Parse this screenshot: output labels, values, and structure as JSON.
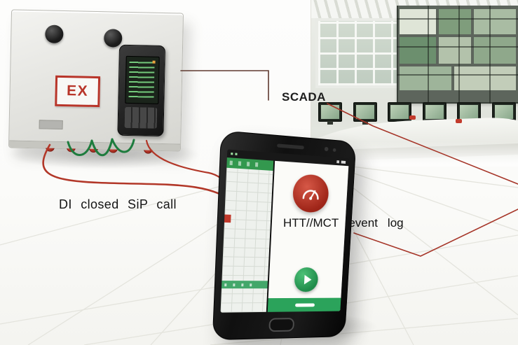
{
  "labels": {
    "scada": "SCADA",
    "di_event": "DI closed SiP call",
    "phone_event_parts": [
      "HTT//MCT",
      "event",
      "log"
    ]
  },
  "panel": {
    "ex_marking": "EX"
  },
  "icons": {
    "alarm": "gauge-icon",
    "start": "start-icon",
    "home": "home-button",
    "speaker": "speaker-grille"
  },
  "colors": {
    "accent_red": "#b6392d",
    "accent_green": "#2ba35b",
    "wire_green": "#1e7c3e",
    "panel_marking_red": "#b8352a",
    "phone_body": "#141414"
  }
}
